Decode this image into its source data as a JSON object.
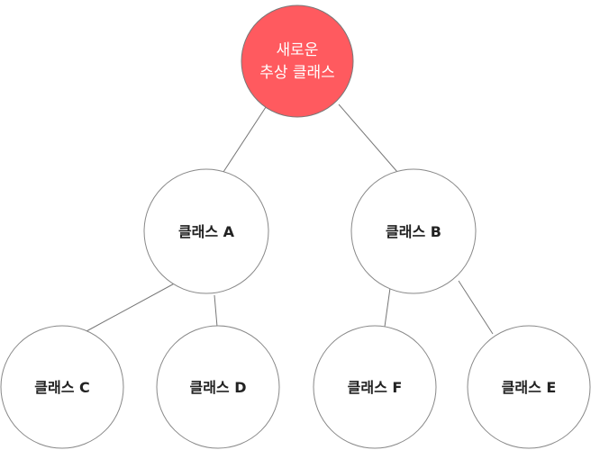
{
  "colors": {
    "root_fill": "#ff5a5f",
    "node_fill": "#ffffff",
    "node_stroke": "#888888",
    "edge": "#777777"
  },
  "nodes": {
    "root": {
      "line1": "새로운",
      "line2": "추상 클래스"
    },
    "a": {
      "label": "클래스 A"
    },
    "b": {
      "label": "클래스 B"
    },
    "c": {
      "label": "클래스 C"
    },
    "d": {
      "label": "클래스 D"
    },
    "f": {
      "label": "클래스 F"
    },
    "e": {
      "label": "클래스 E"
    }
  },
  "edges": [
    [
      "root",
      "a"
    ],
    [
      "root",
      "b"
    ],
    [
      "a",
      "c"
    ],
    [
      "a",
      "d"
    ],
    [
      "b",
      "f"
    ],
    [
      "b",
      "e"
    ]
  ]
}
